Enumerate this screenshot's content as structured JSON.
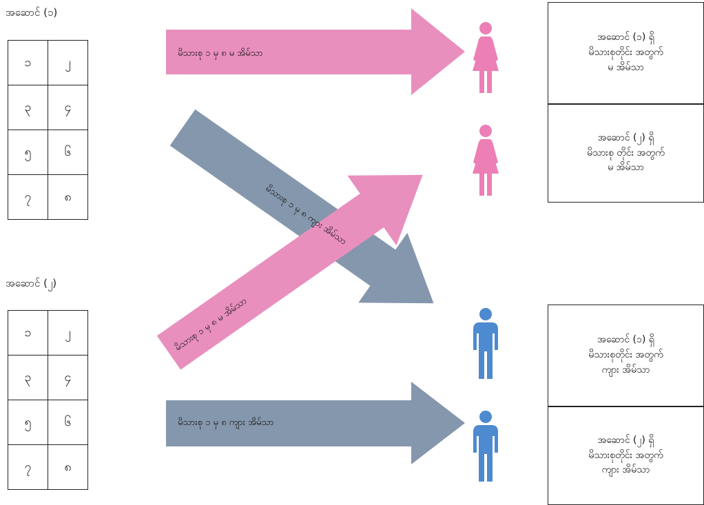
{
  "colors": {
    "pink": "#e88fbe",
    "slate": "#8597ac",
    "female_icon": "#ec7fb5",
    "male_icon": "#4d8ad0"
  },
  "buildings": [
    {
      "title": "အဆောင် (၁)",
      "rooms": [
        [
          "၁",
          "၂"
        ],
        [
          "၃",
          "၄"
        ],
        [
          "၅",
          "၆"
        ],
        [
          "၇",
          "၈"
        ]
      ]
    },
    {
      "title": "အဆောင် (၂)",
      "rooms": [
        [
          "၁",
          "၂"
        ],
        [
          "၃",
          "၄"
        ],
        [
          "၅",
          "၆"
        ],
        [
          "၇",
          "၈"
        ]
      ]
    }
  ],
  "arrows": {
    "top_pink": "မိသားစု ၁ မှ ၈ မ အိမ်သာ",
    "diag_slate": "မိသားစု ၁ မှ ၈ ကျား အိမ်သာ",
    "diag_pink": "မိသားစု ၁ မှ ၈ မ အိမ်သာ",
    "bottom_slate": "မိသားစု ၁ မှ ၈ ကျား အိမ်သာ"
  },
  "people": [
    "female-icon",
    "female-icon",
    "male-icon",
    "male-icon"
  ],
  "boxes": [
    {
      "line1": "အဆောင် (၁) ရှိ",
      "line2": "မိသားစုတိုင်း အတွက်",
      "line3": "မ အိမ်သာ"
    },
    {
      "line1": "အဆောင် (၂) ရှိ",
      "line2": "မိသားစု တိုင်း အတွက်",
      "line3": "မ အိမ်သာ"
    },
    {
      "line1": "အဆောင် (၁) ရှိ",
      "line2": "မိသားစုတိုင်း အတွက်",
      "line3": "ကျား အိမ်သာ"
    },
    {
      "line1": "အဆောင် (၂) ရှိ",
      "line2": "မိသားစုတိုင်း အတွက်",
      "line3": "ကျား အိမ်သာ"
    }
  ]
}
